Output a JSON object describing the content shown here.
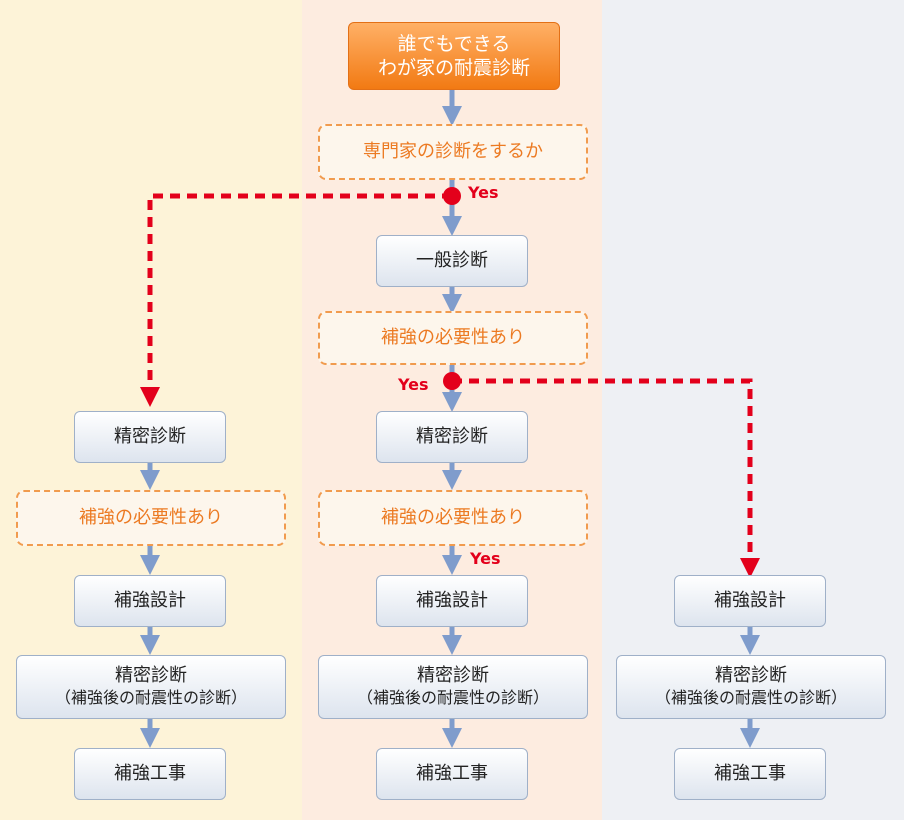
{
  "start": {
    "line1": "誰でもできる",
    "line2": "わが家の耐震診断"
  },
  "center": {
    "q_expert": "専門家の診断をするか",
    "general": "一般診断",
    "q_need_1": "補強の必要性あり",
    "detailed": "精密診断",
    "q_need_2": "補強の必要性あり",
    "design": "補強設計",
    "post_title": "精密診断",
    "post_sub": "（補強後の耐震性の診断）",
    "work": "補強工事"
  },
  "left": {
    "detailed": "精密診断",
    "q_need": "補強の必要性あり",
    "design": "補強設計",
    "post_title": "精密診断",
    "post_sub": "（補強後の耐震性の診断）",
    "work": "補強工事"
  },
  "right": {
    "design": "補強設計",
    "post_title": "精密診断",
    "post_sub": "（補強後の耐震性の診断）",
    "work": "補強工事"
  },
  "labels": {
    "yes": "Yes"
  },
  "colors": {
    "flow_arrow": "#7f9ccc",
    "branch_dash": "#e3001b",
    "start_fill": "#f27a13",
    "question_border": "#f19b4e",
    "left_bg": "#fdf3d8",
    "middle_bg": "#fdece0",
    "right_bg": "#eef0f4"
  }
}
